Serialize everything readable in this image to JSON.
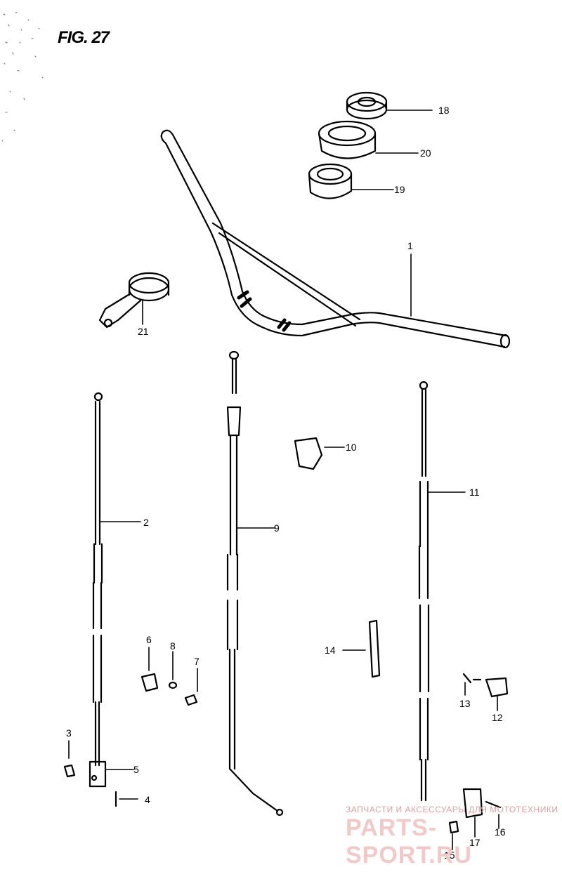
{
  "figure": {
    "title": "FIG. 27"
  },
  "parts": [
    {
      "number": "1"
    },
    {
      "number": "2"
    },
    {
      "number": "3"
    },
    {
      "number": "4"
    },
    {
      "number": "5"
    },
    {
      "number": "6"
    },
    {
      "number": "7"
    },
    {
      "number": "8"
    },
    {
      "number": "9"
    },
    {
      "number": "10"
    },
    {
      "number": "11"
    },
    {
      "number": "12"
    },
    {
      "number": "13"
    },
    {
      "number": "14"
    },
    {
      "number": "15"
    },
    {
      "number": "16"
    },
    {
      "number": "17"
    },
    {
      "number": "18"
    },
    {
      "number": "19"
    },
    {
      "number": "20"
    },
    {
      "number": "21"
    }
  ],
  "watermark": {
    "line1": "ЗАПЧАСТИ И АКСЕССУАРЫ ДЛЯ МОТОТЕХНИКИ",
    "line2": "PARTS-SPORT.RU"
  }
}
